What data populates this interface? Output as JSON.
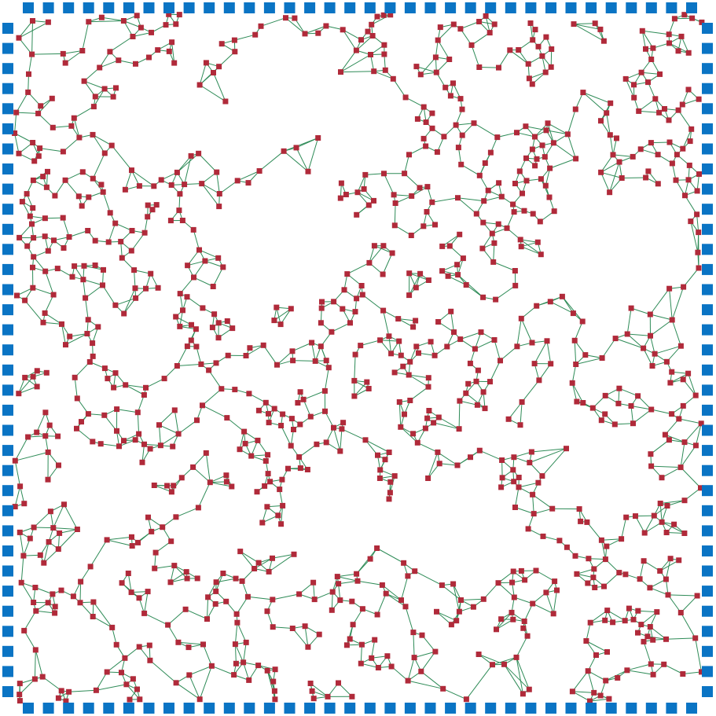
{
  "colors": {
    "background": "#ffffff",
    "boundary_node": "#0a74c4",
    "interior_node": "#b02a3a",
    "edge": "#2e8b57"
  },
  "graph": {
    "interior_node_count": 1000,
    "random_seed": 7,
    "boundary_nodes_per_side": 34
  }
}
